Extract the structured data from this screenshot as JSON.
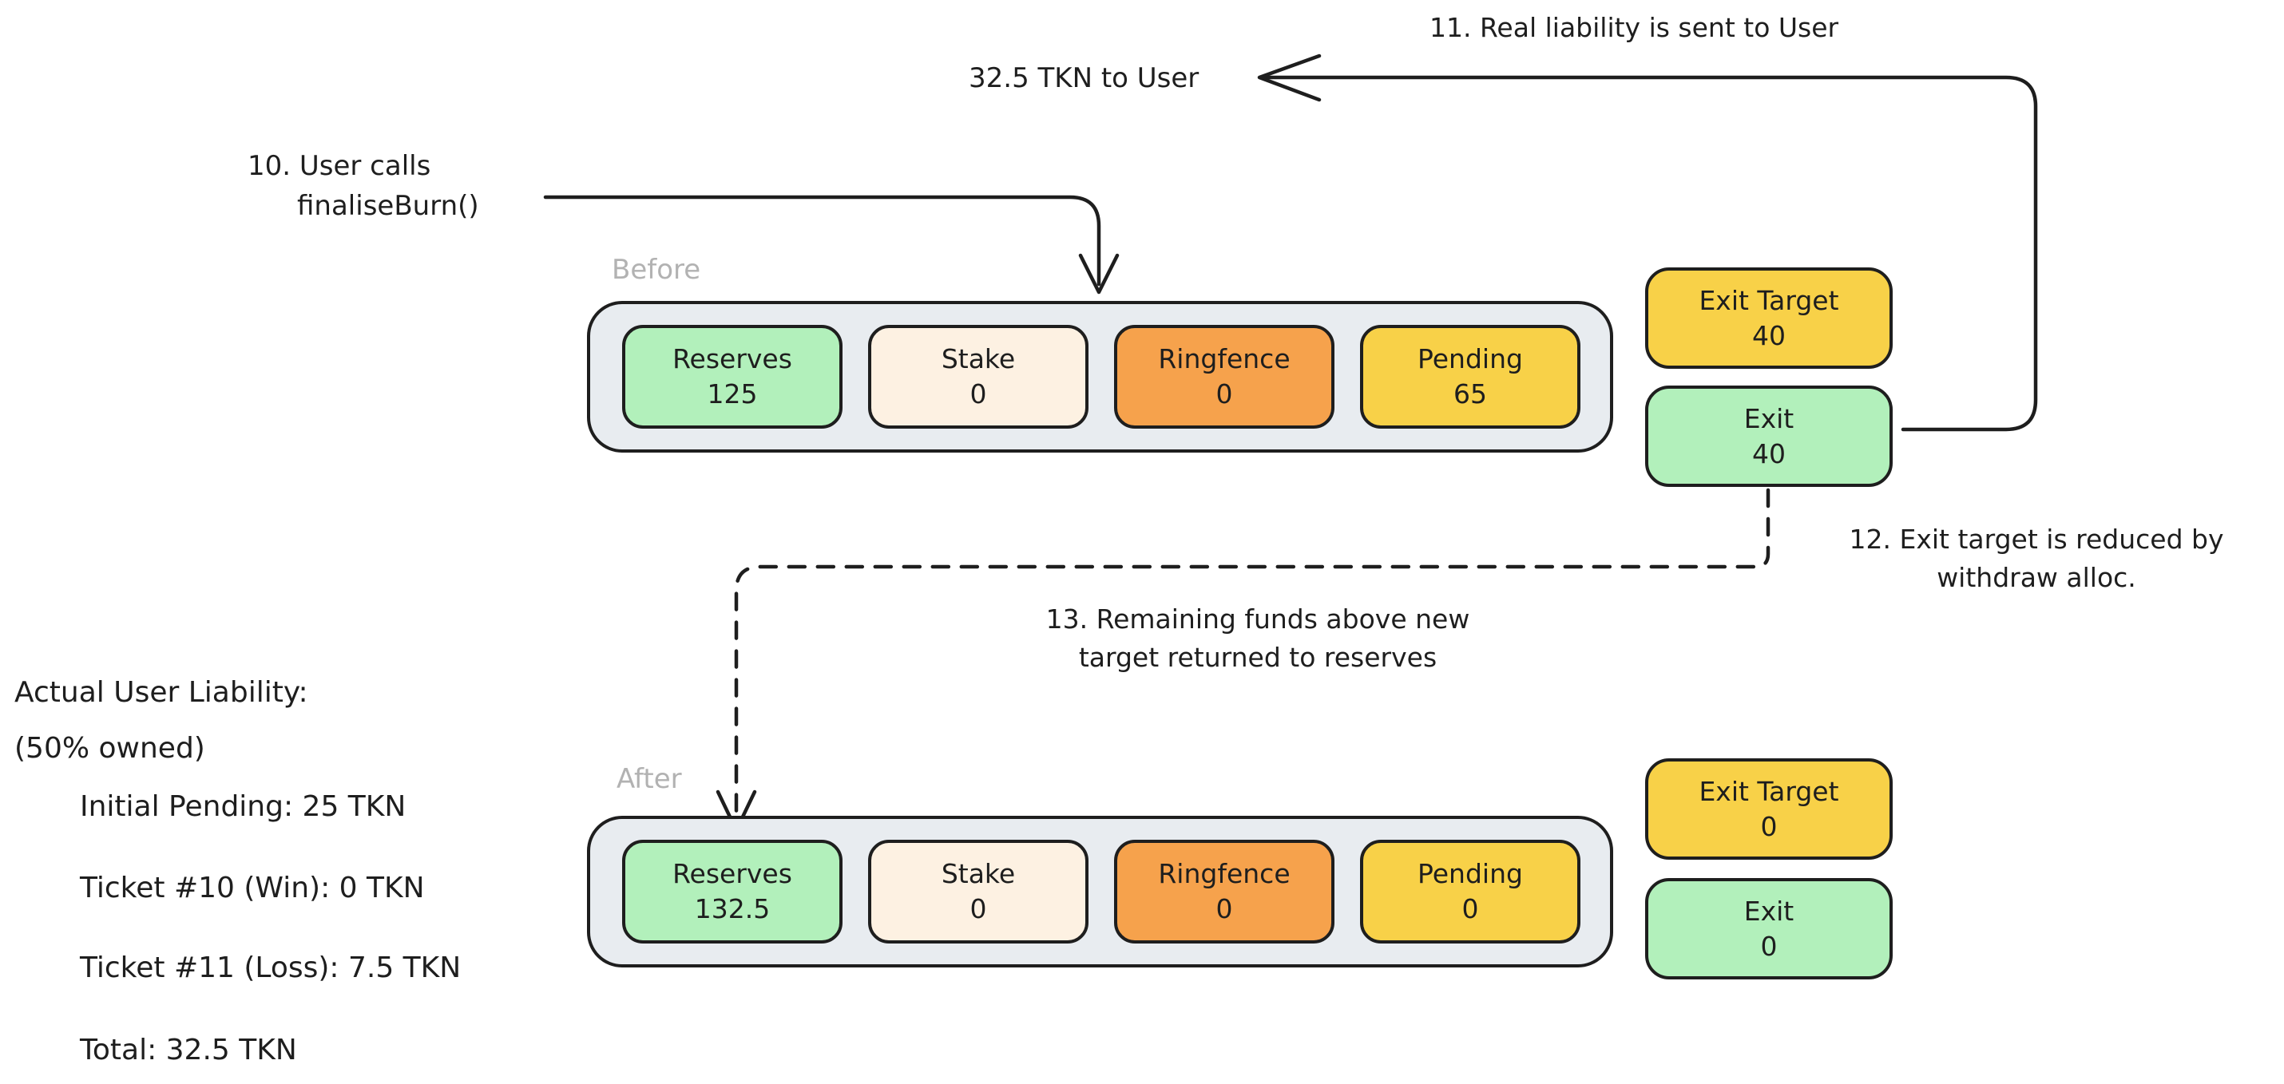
{
  "colors": {
    "stroke": "#1e1e1e",
    "container_fill": "#e8ecf0",
    "label_gray": "#b2b2b2",
    "green": "#b2f0bb",
    "cream": "#fdf1e2",
    "orange": "#f6a24c",
    "yellow": "#f8d148",
    "background": "#ffffff"
  },
  "annotations": {
    "step10_line1": "10. User calls",
    "step10_line2": "finaliseBurn()",
    "step11": "11. Real liability is sent to User",
    "tkn_to_user": "32.5 TKN to User",
    "step12_line1": "12. Exit target is reduced by",
    "step12_line2": "withdraw alloc.",
    "step13_line1": "13. Remaining funds above new",
    "step13_line2": "target returned to reserves"
  },
  "before": {
    "label": "Before",
    "slots": [
      {
        "name": "Reserves",
        "value": "125",
        "fill": "#b2f0bb"
      },
      {
        "name": "Stake",
        "value": "0",
        "fill": "#fdf1e2"
      },
      {
        "name": "Ringfence",
        "value": "0",
        "fill": "#f6a24c"
      },
      {
        "name": "Pending",
        "value": "65",
        "fill": "#f8d148"
      }
    ],
    "exit_target": {
      "name": "Exit Target",
      "value": "40",
      "fill": "#f8d148"
    },
    "exit": {
      "name": "Exit",
      "value": "40",
      "fill": "#b2f0bb"
    }
  },
  "after": {
    "label": "After",
    "slots": [
      {
        "name": "Reserves",
        "value": "132.5",
        "fill": "#b2f0bb"
      },
      {
        "name": "Stake",
        "value": "0",
        "fill": "#fdf1e2"
      },
      {
        "name": "Ringfence",
        "value": "0",
        "fill": "#f6a24c"
      },
      {
        "name": "Pending",
        "value": "0",
        "fill": "#f8d148"
      }
    ],
    "exit_target": {
      "name": "Exit Target",
      "value": "0",
      "fill": "#f8d148"
    },
    "exit": {
      "name": "Exit",
      "value": "0",
      "fill": "#b2f0bb"
    }
  },
  "liability_note": {
    "line1": "Actual User Liability:",
    "line2": "(50% owned)",
    "items": [
      "Initial Pending: 25 TKN",
      "Ticket #10 (Win): 0 TKN",
      "Ticket #11 (Loss): 7.5 TKN",
      "Total: 32.5 TKN"
    ]
  }
}
